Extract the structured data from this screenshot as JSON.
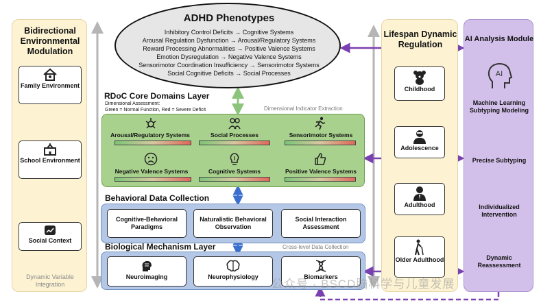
{
  "environment": {
    "title": "Bidirectional Environmental Modulation",
    "items": [
      "Family Environment",
      "School Environment",
      "Social Context"
    ],
    "footer": "Dynamic Variable Integration"
  },
  "phenotypes": {
    "title": "ADHD Phenotypes",
    "lines": [
      "Inhibitory Control Deficits → Cognitive Systems",
      "Arousal Regulation Dysfunction → Arousal/Regulatory Systems",
      "Reward Processing Abnormalities → Positive Valence Systems",
      "Emotion Dysregulation → Negative Valence Systems",
      "Sensorimotor Coordination Insufficiency → Sensorimotor Systems",
      "Social Cognitive Deficits → Social Processes"
    ]
  },
  "rdoc": {
    "title": "RDoC Core Domains Layer",
    "note1": "Dimensional Assessment:",
    "note2": "Green = Normal Function, Red = Severe Deficit",
    "extraction": "Dimensional Indicator Extraction",
    "domains": [
      "Arousal/Regulatory Systems",
      "Social Processes",
      "Sensorimotor Systems",
      "Negative Valence Systems",
      "Cognitive Systems",
      "Positive Valence Systems"
    ]
  },
  "behavioral": {
    "title": "Behavioral Data Collection",
    "items": [
      "Cognitive-Behavioral Paradigms",
      "Naturalistic Behavioral Observation",
      "Social Interaction Assessment"
    ]
  },
  "biological": {
    "title": "Biological Mechanism Layer",
    "cross": "Cross-level Data Collection",
    "items": [
      "Neuroimaging",
      "Neurophysiology",
      "Biomarkers"
    ]
  },
  "lifespan": {
    "title": "Lifespan Dynamic Regulation",
    "stages": [
      "Childhood",
      "Adolescence",
      "Adulthood",
      "Older Adulthood"
    ]
  },
  "ai": {
    "title": "AI Analysis Module",
    "icon_text": "AI",
    "steps": [
      "Machine Learning Subtyping Modeling",
      "Precise Subtyping",
      "Individualized Intervention",
      "Dynamic Reassessment"
    ]
  },
  "watermark": "公众号 · BSCD脑科学与儿童发展",
  "colors": {
    "rdoc_green": "#a9d18e",
    "behavioral_blue": "#b4c7e7",
    "lifespan_yellow": "#fdf3d3",
    "ai_purple": "#d3c0ea",
    "arrow_purple": "#7a3fb0",
    "arrow_blue": "#3a6fcf",
    "arrow_green": "#8bc47a"
  }
}
